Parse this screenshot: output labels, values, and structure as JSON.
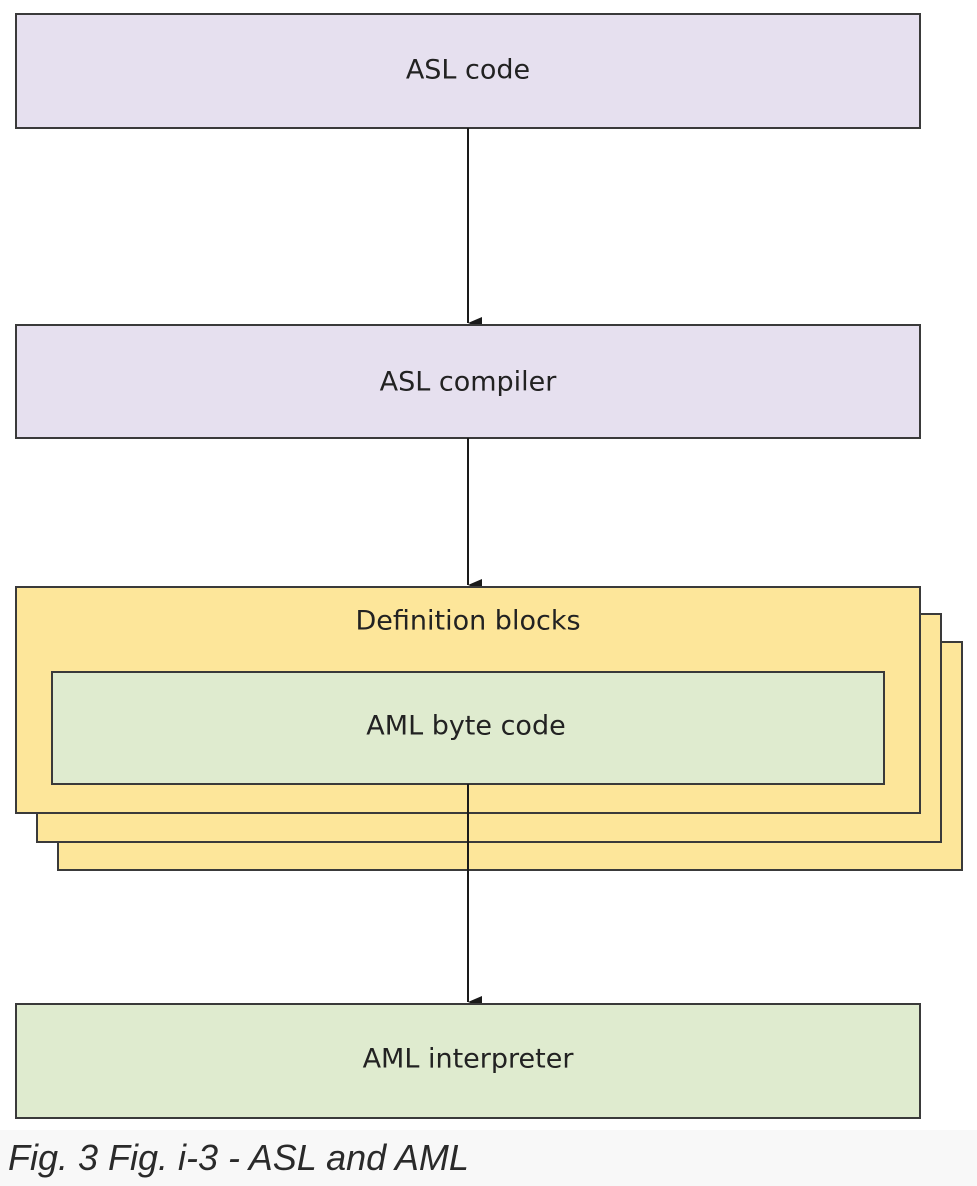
{
  "diagram": {
    "nodes": {
      "asl_code": "ASL code",
      "asl_compiler": "ASL compiler",
      "definition_blocks": "Definition blocks",
      "aml_byte_code": "AML byte code",
      "aml_interpreter": "AML interpreter"
    },
    "edges": [
      {
        "from": "asl_code",
        "to": "asl_compiler"
      },
      {
        "from": "asl_compiler",
        "to": "definition_blocks"
      },
      {
        "from": "aml_byte_code",
        "to": "aml_interpreter"
      }
    ],
    "colors": {
      "lavender_box": "#e6e0ef",
      "yellow_stack": "#fde69a",
      "green_box": "#dfebcf",
      "border": "#3a3a3a"
    }
  },
  "caption": "Fig. 3 Fig. i-3 - ASL and AML"
}
